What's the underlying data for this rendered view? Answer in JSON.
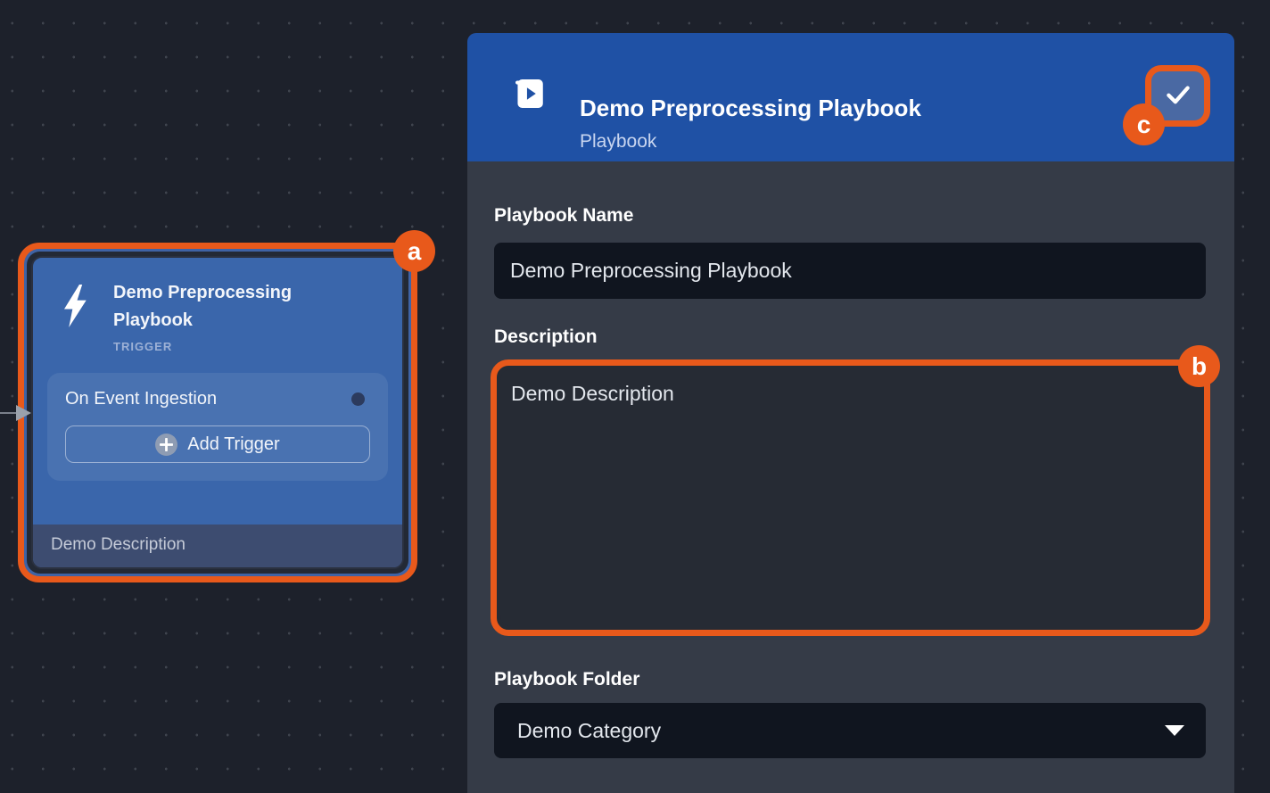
{
  "node": {
    "title": "Demo Preprocessing Playbook",
    "type_label": "TRIGGER",
    "trigger_row": "On Event Ingestion",
    "add_trigger": "Add Trigger",
    "description": "Demo Description",
    "annotation": "a"
  },
  "panel": {
    "title": "Demo Preprocessing Playbook",
    "subtitle": "Playbook",
    "save_annotation": "c",
    "name_field": {
      "label": "Playbook Name",
      "value": "Demo Preprocessing Playbook"
    },
    "description_field": {
      "label": "Description",
      "value": "Demo Description",
      "annotation": "b"
    },
    "folder_field": {
      "label": "Playbook Folder",
      "value": "Demo Category"
    }
  },
  "colors": {
    "accent_orange": "#E8591B",
    "header_blue": "#1F51A5",
    "node_blue": "#3A66AB",
    "canvas_bg": "#1D212B",
    "panel_bg": "#353B47",
    "input_bg": "#10151F"
  }
}
